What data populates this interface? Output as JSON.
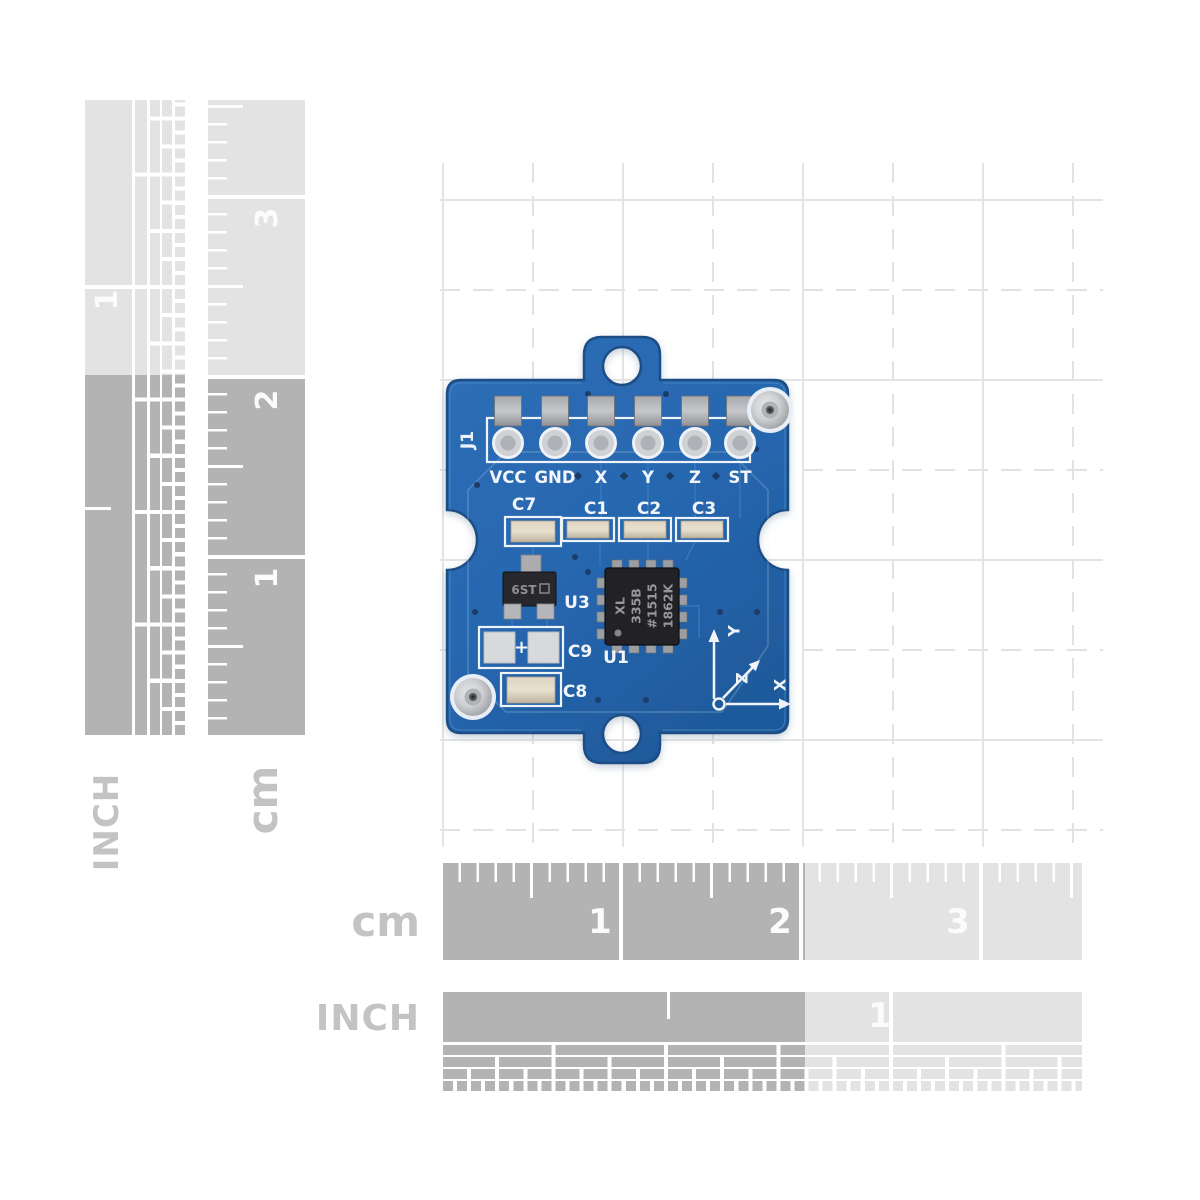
{
  "rulers": {
    "left": {
      "inch_unit": "INCH",
      "cm_unit": "cm",
      "cm_marks": [
        "3",
        "2",
        "1"
      ],
      "inch_marks": [
        "1"
      ]
    },
    "bottom": {
      "cm_unit": "cm",
      "inch_unit": "INCH",
      "cm_marks": [
        "1",
        "2",
        "3"
      ],
      "inch_marks": [
        "1"
      ]
    }
  },
  "pcb": {
    "connector_ref": "J1",
    "pins": [
      "VCC",
      "GND",
      "X",
      "Y",
      "Z",
      "ST"
    ],
    "refs": {
      "c7": "C7",
      "c1": "C1",
      "c2": "C2",
      "c3": "C3",
      "u3": "U3",
      "c9": "C9",
      "c8": "C8",
      "u1": "U1"
    },
    "u3_code": "6ST",
    "c9_polarity": "+",
    "ic_marking": [
      "XL",
      "335B",
      "#1515",
      "1862K"
    ],
    "axes": {
      "x": "X",
      "y": "Y",
      "z": "Z"
    }
  },
  "colors": {
    "pcb_blue": "#2767b0",
    "pcb_edge": "#1a4d85",
    "silkscreen": "#eef3f8",
    "ruler_dark": "#b3b3b3",
    "ruler_light": "#e3e3e3",
    "unit_label_gray": "#c3c3c3",
    "ic_body": "#222226",
    "ic_text": "#96969a",
    "capacitor_tan": "#cfc4b0",
    "metal_gray": "#c2c3c7",
    "via_navy": "#1c3c6a"
  }
}
